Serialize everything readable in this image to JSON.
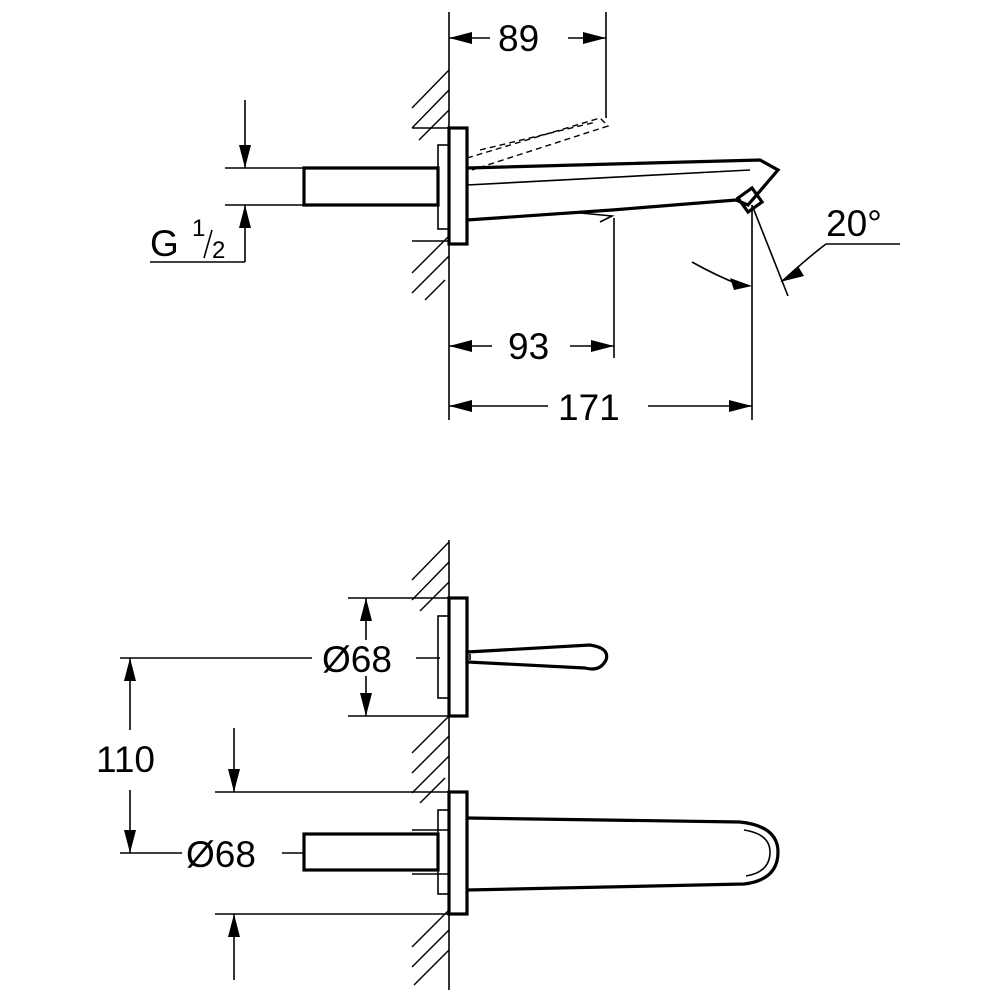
{
  "drawing": {
    "top_view": {
      "pipe_dimension": {
        "prefix": "G",
        "numerator": "1",
        "denominator": "2"
      },
      "depth_to_outlet": "89",
      "depth_to_aerator_tip": "93",
      "overall_projection": "171",
      "spray_angle": "20°"
    },
    "front_view": {
      "handle_plate_diameter": "Ø68",
      "spout_plate_diameter": "Ø68",
      "center_distance": "110"
    }
  }
}
